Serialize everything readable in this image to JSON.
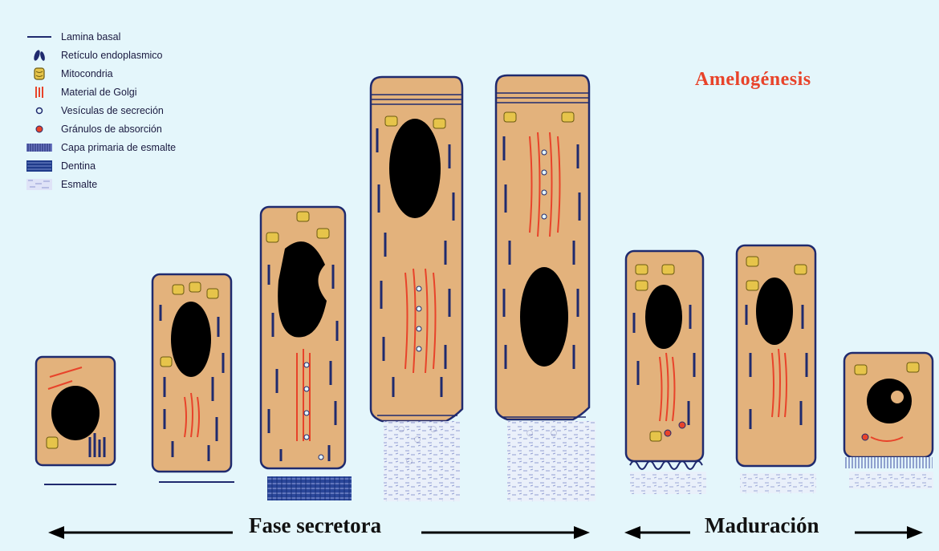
{
  "title": "Amelogénesis",
  "legend": [
    {
      "icon": "basal-line-icon",
      "label": "Lamina basal"
    },
    {
      "icon": "reticulum-icon",
      "label": "Retículo endoplasmico"
    },
    {
      "icon": "mitochondria-icon",
      "label": "Mitocondria"
    },
    {
      "icon": "golgi-icon",
      "label": "Material de Golgi"
    },
    {
      "icon": "vesicle-icon",
      "label": "Vesículas de secreción"
    },
    {
      "icon": "granule-icon",
      "label": "Gránulos de absorción"
    },
    {
      "icon": "primary-enamel-icon",
      "label": "Capa primaria de esmalte"
    },
    {
      "icon": "dentin-icon",
      "label": "Dentina"
    },
    {
      "icon": "enamel-icon",
      "label": "Esmalte"
    }
  ],
  "phases": {
    "secretory": "Fase secretora",
    "maturation": "Maduración"
  },
  "colors": {
    "background": "#e4f6fb",
    "cytoplasm": "#e3b27c",
    "outline": "#1f2a6e",
    "nucleus": "#000000",
    "golgi": "#e8432a",
    "title": "#e8432a"
  }
}
